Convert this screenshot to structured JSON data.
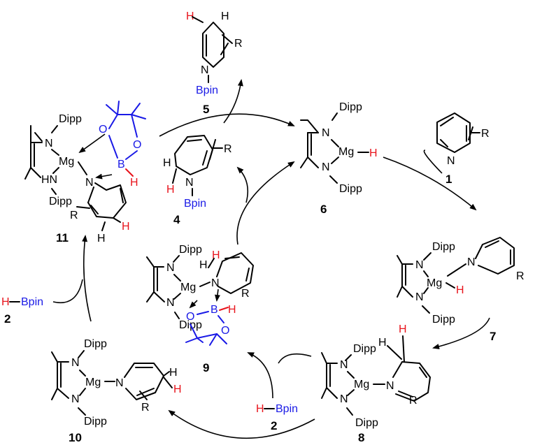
{
  "labels": {
    "dipp": "Dipp",
    "n": "N",
    "mg": "Mg",
    "hn": "HN",
    "h": "H",
    "r": "R",
    "b": "B",
    "o": "O",
    "bpin": "Bpin",
    "h_bpin_h": "H",
    "h_bpin_bpin": "Bpin"
  },
  "compounds": {
    "c1": "1",
    "c2a": "2",
    "c2b": "2",
    "c4": "4",
    "c5": "5",
    "c6": "6",
    "c7": "7",
    "c8": "8",
    "c9": "9",
    "c10": "10",
    "c11": "11"
  },
  "colors": {
    "hydride": "#e8141c",
    "boron": "#1a1ae6",
    "bond": "#000000"
  }
}
